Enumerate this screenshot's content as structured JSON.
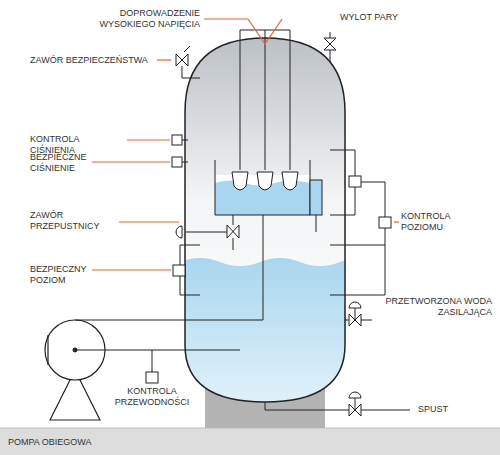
{
  "diagram": {
    "labels": [
      "DOPROWADZENIE WYSOKIEGO NAPIĘCIA",
      "WYLOT PARY",
      "ZAWÓR BEZPIECZEŃSTWA",
      "KONTROLA CIŚNIENIA",
      "BEZPIECZNE CIŚNIENIE",
      "KONTROLA POZIOMU",
      "ZAWÓR PRZEPUSTNICY",
      "BEZPIECZNY POZIOM",
      "PRZETWORZONA WODA ZASILAJĄCA",
      "KONTROLA PRZEWODNOŚCI",
      "SPUST",
      "POMPA OBIEGOWA"
    ]
  }
}
